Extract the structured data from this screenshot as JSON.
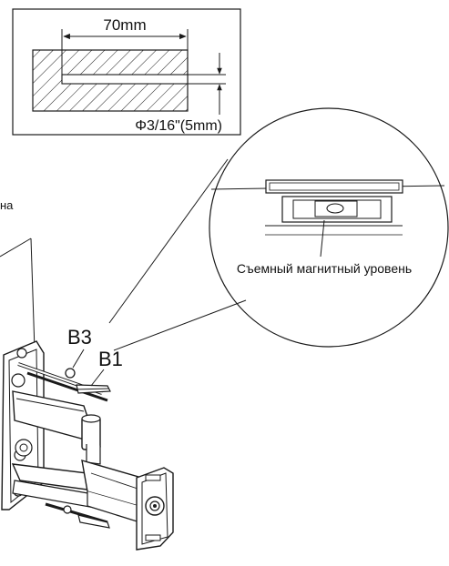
{
  "drill_detail": {
    "width_label": "70mm",
    "diameter_label": "Φ3/16\"(5mm)"
  },
  "level_callout": {
    "label": "Съемный магнитный уровень"
  },
  "parts": {
    "washer_label": "B3",
    "bolt_label": "B1"
  },
  "wall_note": {
    "partial_text": "на"
  },
  "colors": {
    "line": "#1a1a1a",
    "paper": "#ffffff"
  }
}
